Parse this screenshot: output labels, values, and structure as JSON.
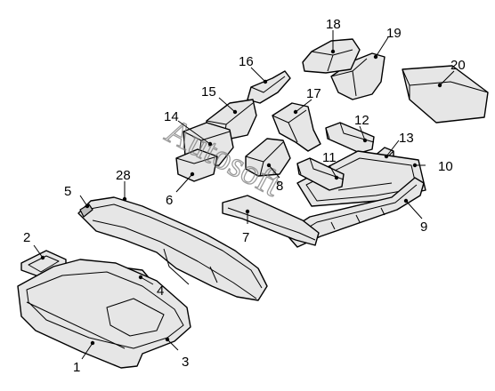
{
  "watermark": "Autosoft",
  "callouts": [
    "1",
    "2",
    "3",
    "4",
    "5",
    "6",
    "7",
    "8",
    "9",
    "10",
    "11",
    "12",
    "13",
    "14",
    "15",
    "16",
    "17",
    "18",
    "19",
    "20",
    "28"
  ]
}
